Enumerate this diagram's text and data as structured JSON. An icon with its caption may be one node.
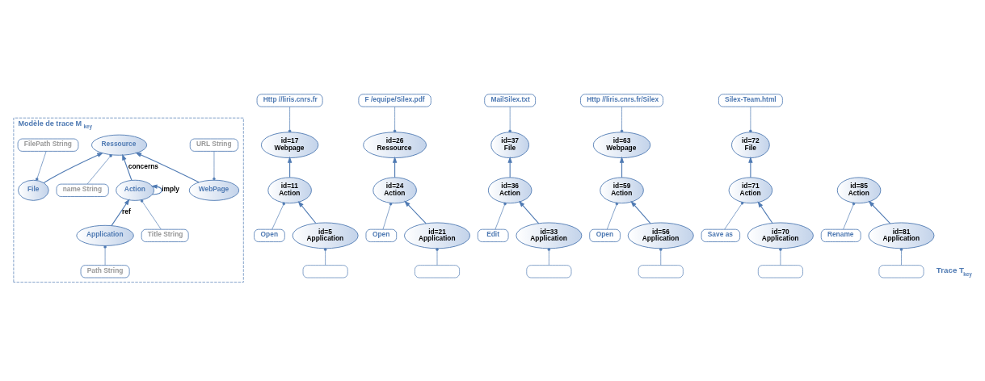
{
  "diagram": {
    "nodes": [
      {
        "text": [
          "Modèle de trace M$_{key}$"
        ]
      },
      {
        "text": [
          "URL String"
        ],
        "in": 0
      },
      {
        "text": [
          "FilePath String"
        ],
        "in": 0
      },
      {
        "text": [
          "WebPage"
        ],
        "in": 0
      },
      {
        "text": [
          "File"
        ],
        "in": 0
      },
      {
        "text": [
          "Ressource"
        ],
        "in": 0
      },
      {
        "text": [
          "name String"
        ],
        "in": 0
      },
      {
        "text": [
          "Action"
        ],
        "in": 0
      },
      {
        "text": [
          "Title String"
        ],
        "in": 0
      },
      {
        "text": [
          "Application"
        ],
        "in": 0
      },
      {
        "text": [
          "Path String"
        ],
        "in": 0
      },
      {
        "text": [
          "Http //liris.cnrs.fr"
        ]
      },
      {
        "text": [
          "id=17",
          "Webpage"
        ]
      },
      {
        "text": [
          "id=11",
          "Action"
        ]
      },
      {
        "text": [
          "Open"
        ]
      },
      {
        "text": [
          "id=5",
          "Application"
        ]
      },
      {
        "text": [],
        "shape": "box"
      },
      {
        "text": [
          "F /equipe/Silex.pdf"
        ]
      },
      {
        "text": [
          "id=26",
          "Ressource"
        ]
      },
      {
        "text": [
          "id=24",
          "Action"
        ]
      },
      {
        "text": [
          "Open"
        ]
      },
      {
        "text": [
          "id=21",
          "Application"
        ]
      },
      {
        "text": [],
        "shape": "box"
      },
      {
        "text": [
          "MailSilex.txt"
        ]
      },
      {
        "text": [
          "id=37",
          "File"
        ]
      },
      {
        "text": [
          "id=36",
          "Action"
        ]
      },
      {
        "text": [
          "Edit"
        ]
      },
      {
        "text": [
          "id=33",
          "Application"
        ]
      },
      {
        "text": [],
        "shape": "box"
      },
      {
        "text": [
          "Http //liris.cnrs.fr/Silex"
        ]
      },
      {
        "text": [
          "id=63",
          "Webpage"
        ]
      },
      {
        "text": [
          "id=59",
          "Action"
        ]
      },
      {
        "text": [
          "Open"
        ]
      },
      {
        "text": [
          "id=56",
          "Application"
        ]
      },
      {
        "text": [],
        "shape": "box"
      },
      {
        "text": [
          "Silex-Team.html"
        ]
      },
      {
        "text": [
          "id=72",
          "File"
        ]
      },
      {
        "text": [
          "id=71",
          "Action"
        ]
      },
      {
        "text": [
          "Save as"
        ]
      },
      {
        "text": [
          "id=70",
          "Application"
        ]
      },
      {
        "text": [],
        "shape": "box"
      },
      {
        "text": [
          "id=85",
          "Action"
        ]
      },
      {
        "text": [
          "Rename"
        ]
      },
      {
        "text": [
          "id=81",
          "Application"
        ]
      },
      {
        "text": [],
        "shape": "box"
      }
    ],
    "edges": [
      {
        "from": 3,
        "to": 1,
        "arrow": "other"
      },
      {
        "from": 4,
        "to": 2,
        "arrow": "other"
      },
      {
        "from": 3,
        "to": 5,
        "arrow": "to"
      },
      {
        "from": 4,
        "to": 5,
        "arrow": "to"
      },
      {
        "from": 6,
        "to": 5,
        "arrow": "other"
      },
      {
        "from": 7,
        "to": 5,
        "arrow": "to",
        "label": "concerns"
      },
      {
        "from": 7,
        "to": 7,
        "arrow": "to",
        "label": "imply"
      },
      {
        "from": 8,
        "to": 7,
        "arrow": "other"
      },
      {
        "from": 9,
        "to": 7,
        "arrow": "to",
        "label": "ref"
      },
      {
        "from": 10,
        "to": 9,
        "arrow": "other"
      },
      {
        "from": 12,
        "to": 11,
        "arrow": "other"
      },
      {
        "from": 13,
        "to": 12,
        "arrow": "to"
      },
      {
        "from": 14,
        "to": 13,
        "arrow": "other"
      },
      {
        "from": 15,
        "to": 13,
        "arrow": "to"
      },
      {
        "from": 16,
        "to": 15,
        "arrow": "other"
      },
      {
        "from": 18,
        "to": 17,
        "arrow": "other"
      },
      {
        "from": 19,
        "to": 18,
        "arrow": "to"
      },
      {
        "from": 20,
        "to": 19,
        "arrow": "other"
      },
      {
        "from": 21,
        "to": 19,
        "arrow": "to"
      },
      {
        "from": 22,
        "to": 21,
        "arrow": "other"
      },
      {
        "from": 24,
        "to": 23,
        "arrow": "other"
      },
      {
        "from": 25,
        "to": 24,
        "arrow": "to"
      },
      {
        "from": 26,
        "to": 25,
        "arrow": "other"
      },
      {
        "from": 27,
        "to": 25,
        "arrow": "to"
      },
      {
        "from": 28,
        "to": 27,
        "arrow": "other"
      },
      {
        "from": 30,
        "to": 29,
        "arrow": "other"
      },
      {
        "from": 31,
        "to": 30,
        "arrow": "to"
      },
      {
        "from": 32,
        "to": 31,
        "arrow": "other"
      },
      {
        "from": 33,
        "to": 31,
        "arrow": "to"
      },
      {
        "from": 34,
        "to": 33,
        "arrow": "other"
      },
      {
        "from": 36,
        "to": 35,
        "arrow": "other"
      },
      {
        "from": 37,
        "to": 36,
        "arrow": "to"
      },
      {
        "from": 38,
        "to": 37,
        "arrow": "other"
      },
      {
        "from": 39,
        "to": 37,
        "arrow": "to"
      },
      {
        "from": 40,
        "to": 39,
        "arrow": "other"
      },
      {
        "from": 42,
        "to": 41,
        "arrow": "other"
      },
      {
        "from": 43,
        "to": 41,
        "arrow": "to"
      },
      {
        "from": 44,
        "to": 43,
        "arrow": "other"
      }
    ],
    "labels": [
      "Trace T$_{key}$"
    ]
  }
}
